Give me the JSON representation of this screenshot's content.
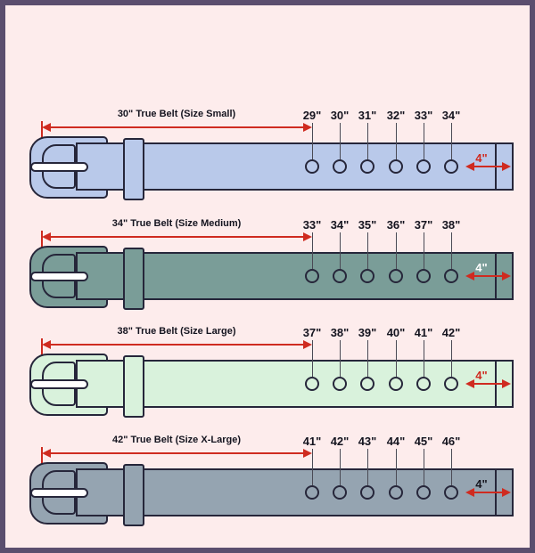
{
  "diagram": {
    "background": "#fdecec",
    "border_color": "#5b4e6e",
    "outline_color": "#26263a",
    "arrow_color": "#cf2b20",
    "prong_color": "#ffffff",
    "belts": [
      {
        "id": "small",
        "measure_label": "30\" True Belt (Size Small)",
        "belt_color": "#b9c9ea",
        "hole_labels": [
          "29\"",
          "30\"",
          "31\"",
          "32\"",
          "33\"",
          "34\""
        ],
        "tip_label": "4\"",
        "tip_label_color": "#cf2b20"
      },
      {
        "id": "medium",
        "measure_label": "34\" True Belt (Size Medium)",
        "belt_color": "#7a9d98",
        "hole_labels": [
          "33\"",
          "34\"",
          "35\"",
          "36\"",
          "37\"",
          "38\""
        ],
        "tip_label": "4\"",
        "tip_label_color": "#ffffff"
      },
      {
        "id": "large",
        "measure_label": "38\" True Belt (Size Large)",
        "belt_color": "#d9f2dc",
        "hole_labels": [
          "37\"",
          "38\"",
          "39\"",
          "40\"",
          "41\"",
          "42\""
        ],
        "tip_label": "4\"",
        "tip_label_color": "#cf2b20"
      },
      {
        "id": "x-large",
        "measure_label": "42\" True Belt (Size X-Large)",
        "belt_color": "#95a4b1",
        "hole_labels": [
          "41\"",
          "42\"",
          "43\"",
          "44\"",
          "45\"",
          "46\""
        ],
        "tip_label": "4\"",
        "tip_label_color": "#16161f"
      }
    ]
  }
}
